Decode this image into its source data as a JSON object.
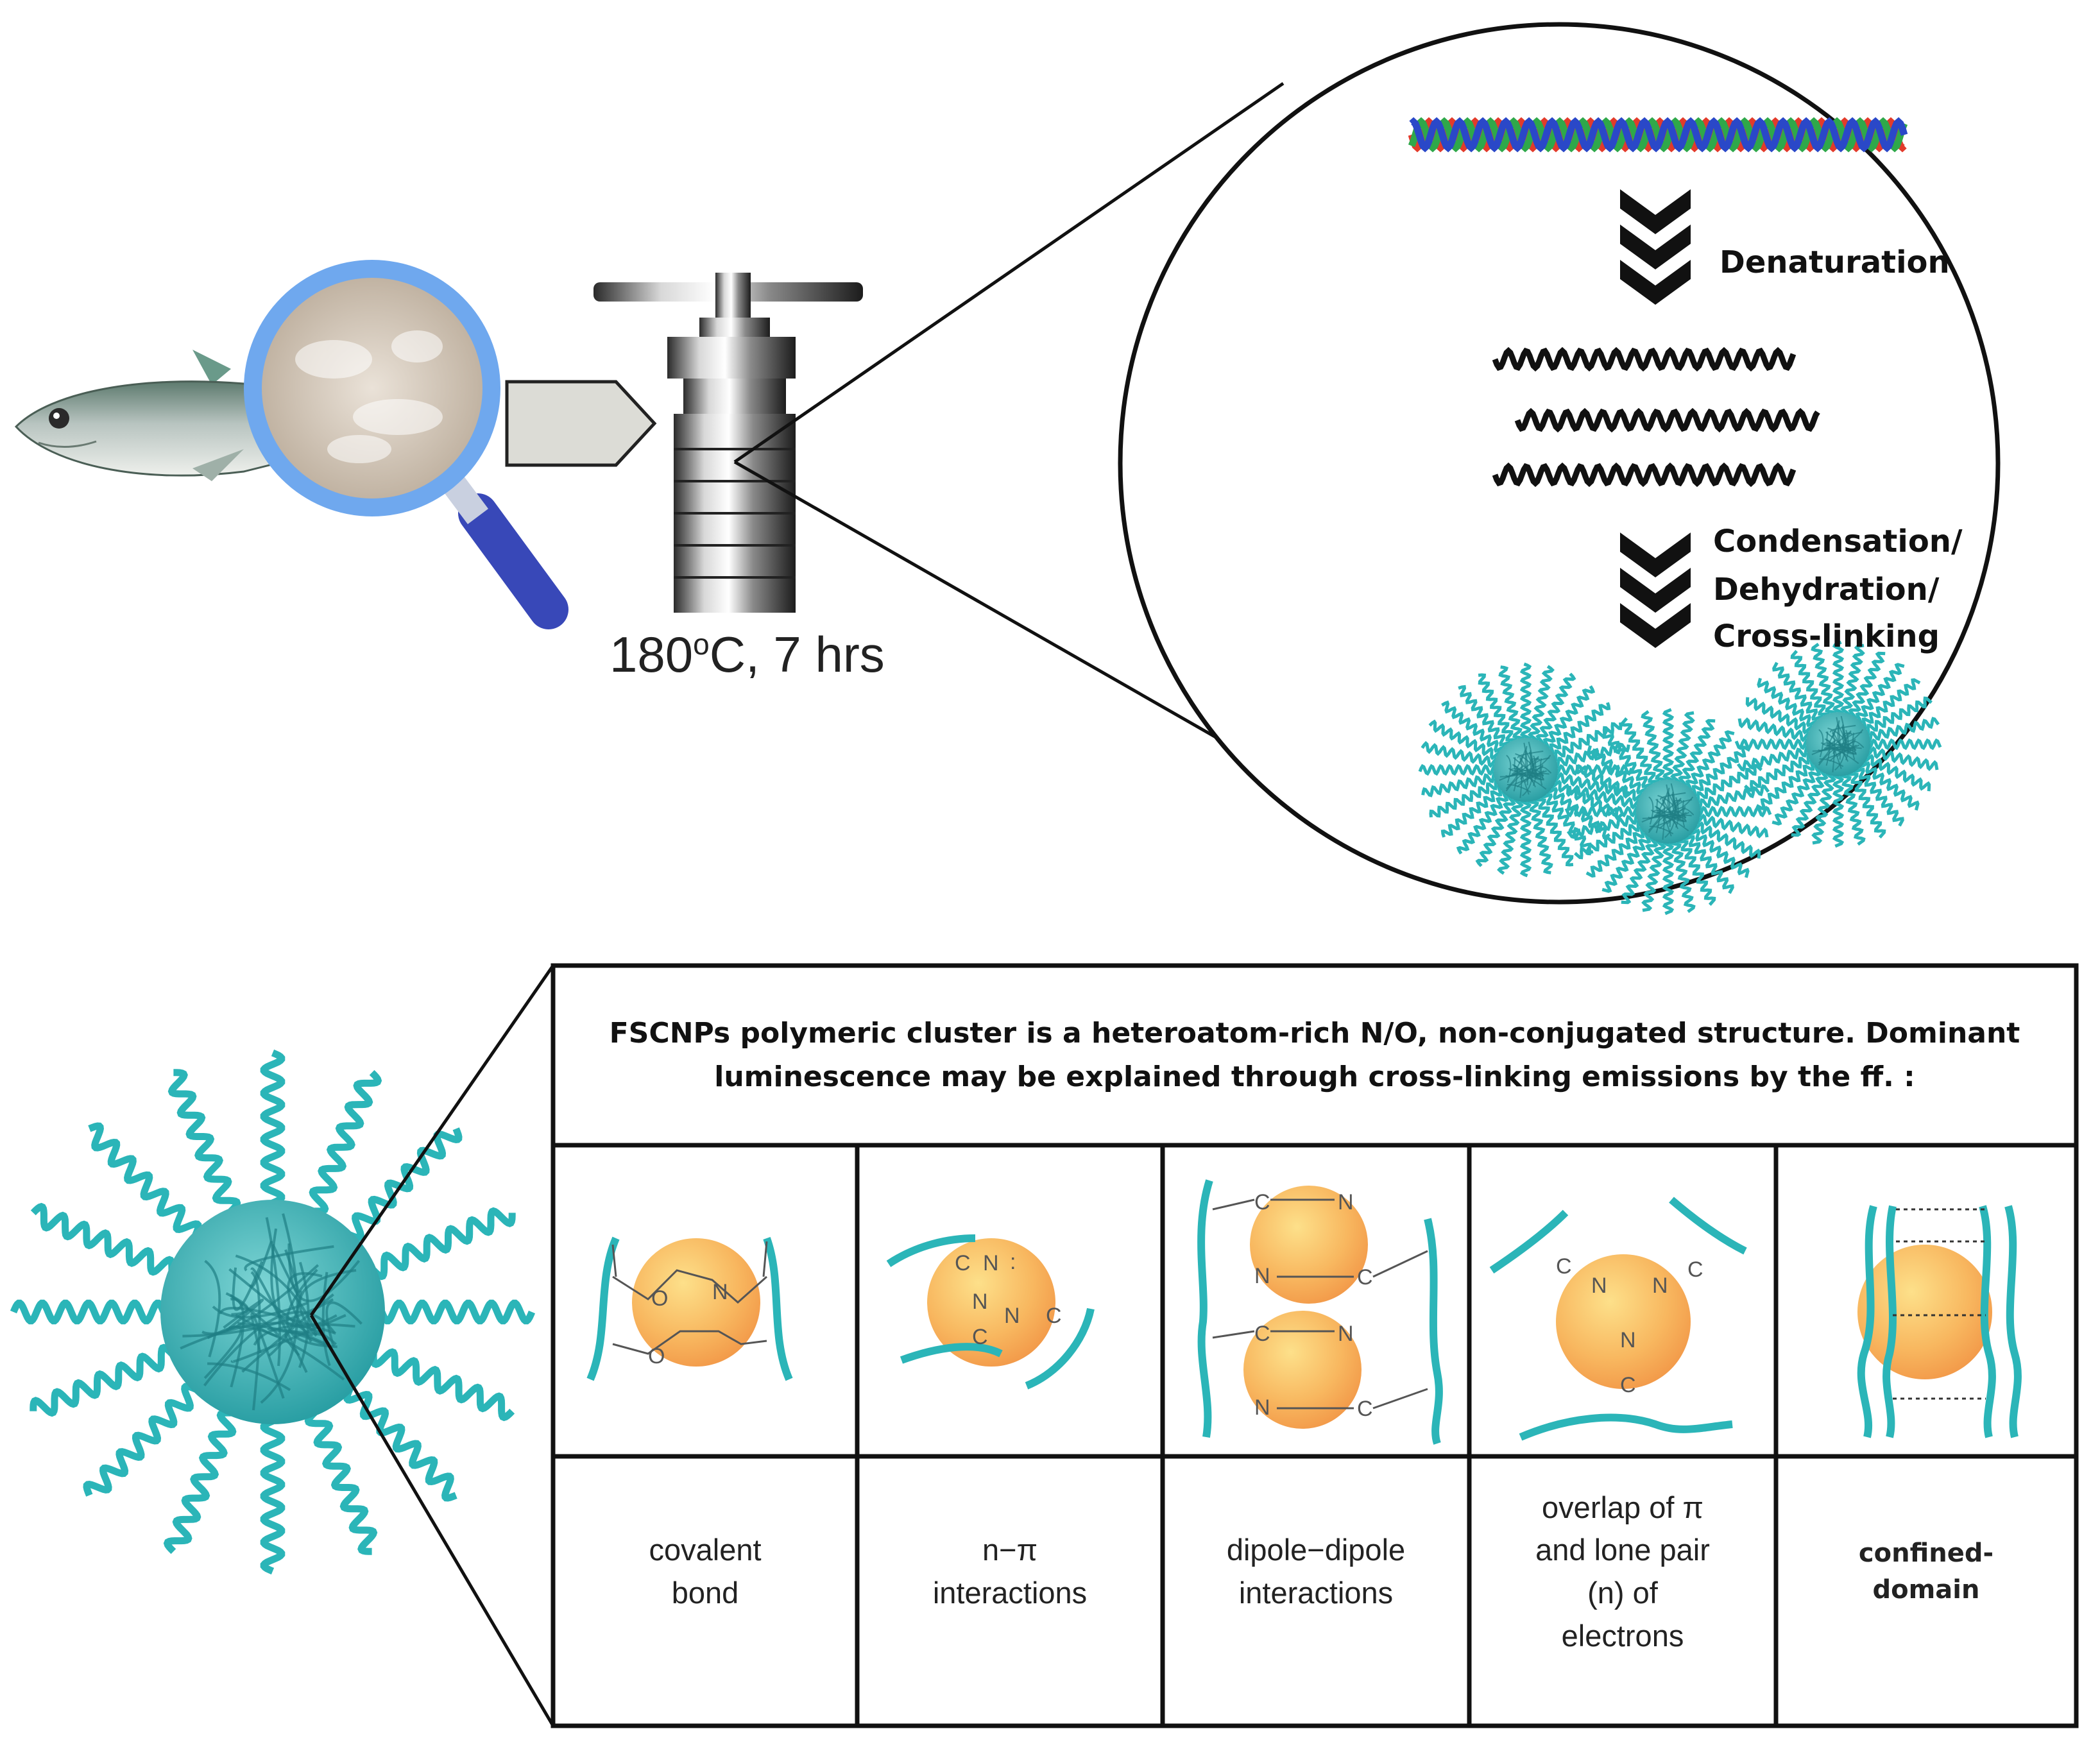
{
  "process": {
    "condition_label": "180",
    "condition_degree": "o",
    "condition_suffix": "C, 7 hrs"
  },
  "zoom_panel": {
    "step1": "Denaturation",
    "step2_line1": "Condensation/",
    "step2_line2": "Dehydration/",
    "step2_line3": "Cross-linking"
  },
  "table": {
    "header": "FSCNPs polymeric cluster is a heteroatom-rich N/O, non-conjugated structure. Dominant luminescence may be explained through cross-linking emissions by the ff. :",
    "mechanisms": [
      {
        "lines": [
          "covalent",
          "bond"
        ]
      },
      {
        "lines": [
          "n−π",
          "interactions"
        ]
      },
      {
        "lines": [
          "dipole−dipole",
          "interactions"
        ]
      },
      {
        "lines": [
          "overlap of π",
          "and lone pair",
          "(n) of",
          "electrons"
        ]
      },
      {
        "lines": [
          "confined-",
          "domain"
        ]
      }
    ]
  },
  "chem_labels": {
    "O": "O",
    "N": "N",
    "C": "C",
    "dots": ":"
  },
  "colors": {
    "teal": "#2bb5b8",
    "orange_core": "#f5a04a",
    "orange_light": "#fde08a",
    "helix_red": "#e23b2b",
    "helix_green": "#2fa84a",
    "helix_blue": "#2a48c8",
    "arrow_fill": "#dcdcd6",
    "magnifier_handle": "#3848b8"
  }
}
